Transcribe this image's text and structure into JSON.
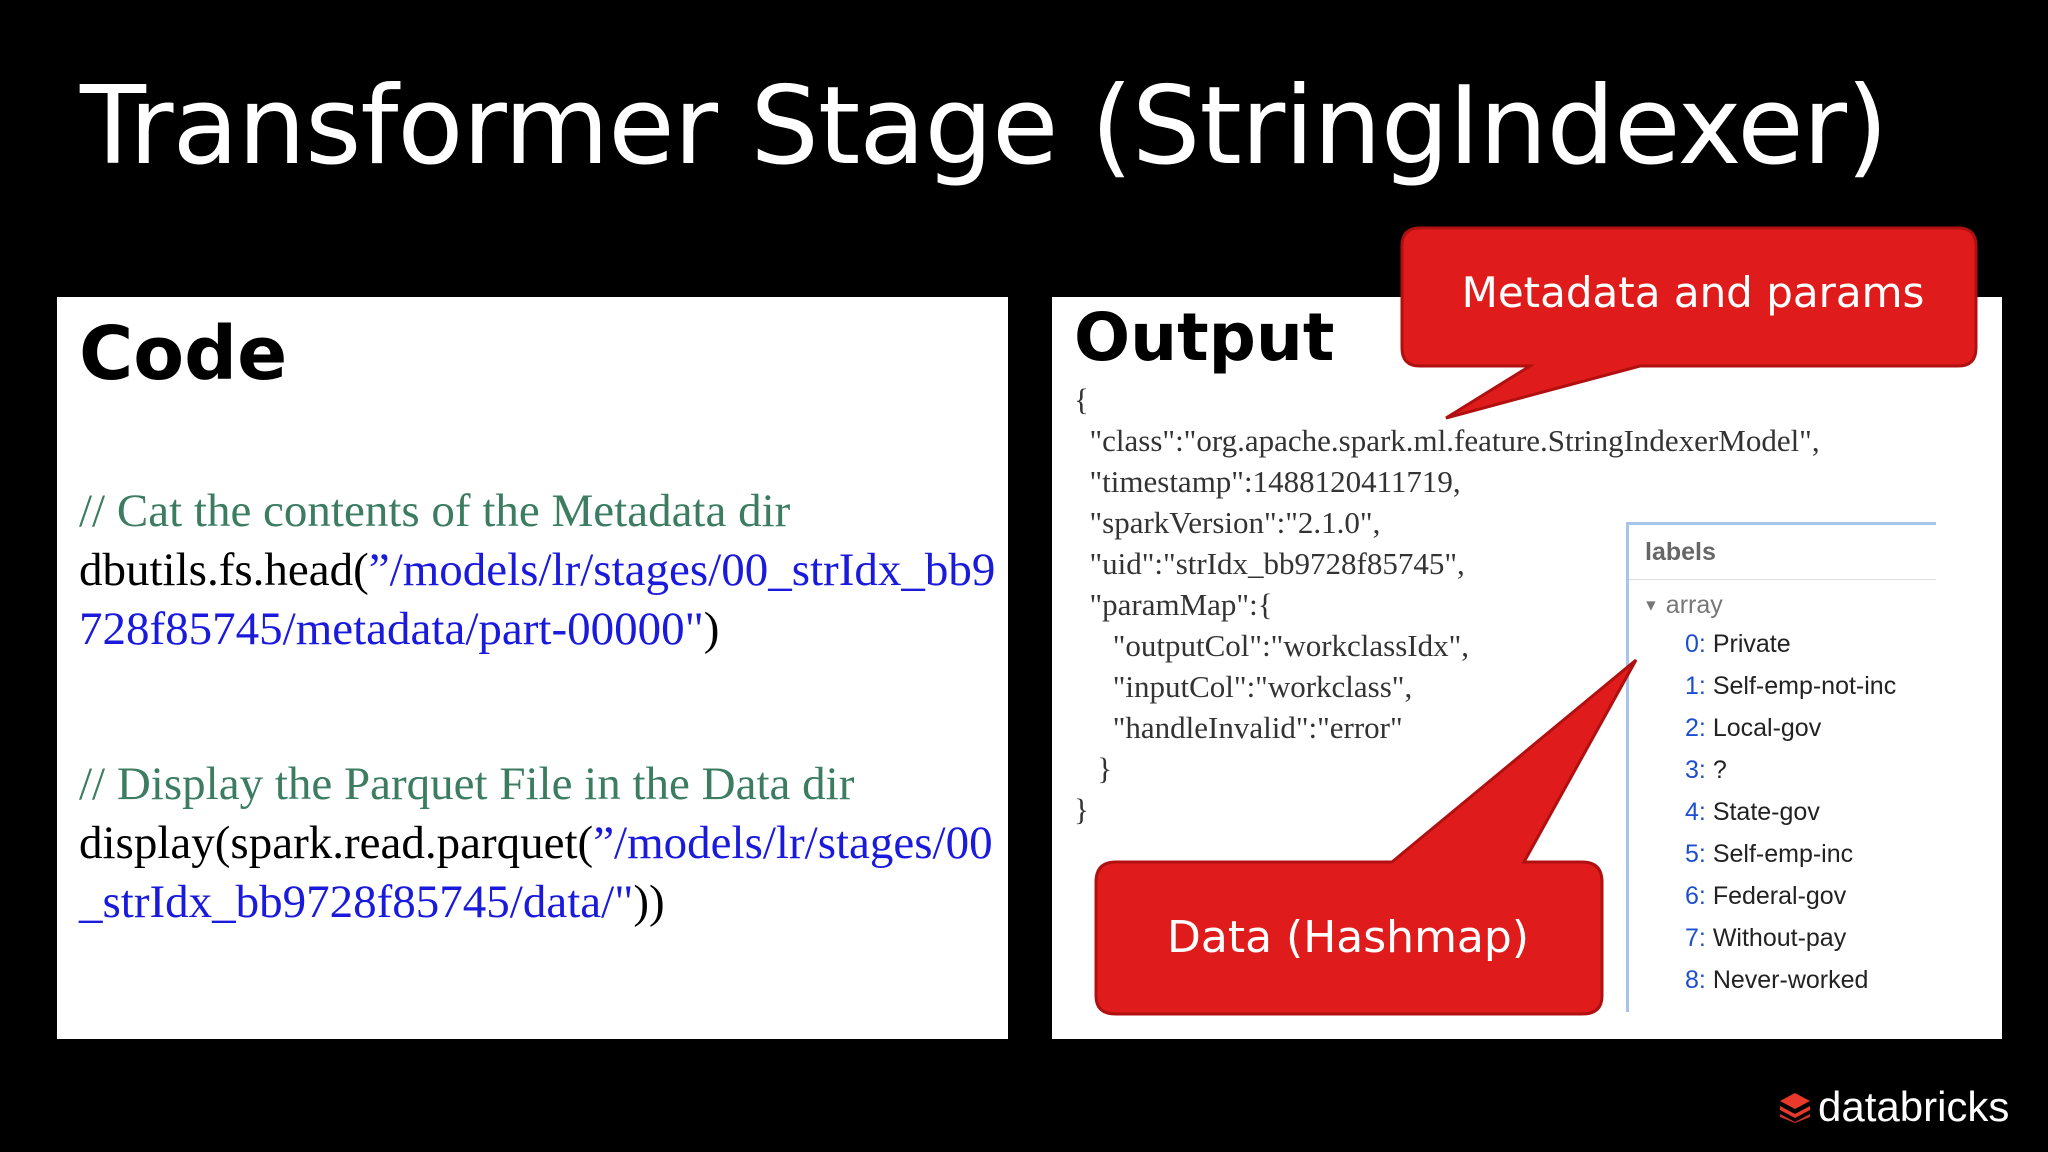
{
  "slide": {
    "title": "Transformer Stage (StringIndexer)"
  },
  "code_panel": {
    "heading": "Code",
    "block1": {
      "comment": "// Cat the contents of the Metadata dir",
      "command": "dbutils.fs.head(",
      "path": "”/models/lr/stages/00_strIdx_bb9728f85745/metadata/part-00000\"",
      "closing": ")"
    },
    "block2": {
      "comment": "// Display the Parquet File in the Data dir",
      "command": "display(spark.read.parquet(",
      "path": "”/models/lr/stages/00_strIdx_bb9728f85745/data/\"",
      "closing": "))"
    }
  },
  "output_panel": {
    "heading": "Output",
    "json_text": "{\n  \"class\":\"org.apache.spark.ml.feature.StringIndexerModel\",\n  \"timestamp\":1488120411719,\n  \"sparkVersion\":\"2.1.0\",\n  \"uid\":\"strIdx_bb9728f85745\",\n  \"paramMap\":{\n     \"outputCol\":\"workclassIdx\",\n     \"inputCol\":\"workclass\",\n     \"handleInvalid\":\"error\"\n   }\n}"
  },
  "labels_table": {
    "header": "labels",
    "array_label": "array",
    "items": [
      {
        "index": "0:",
        "value": "Private"
      },
      {
        "index": "1:",
        "value": "Self-emp-not-inc"
      },
      {
        "index": "2:",
        "value": "Local-gov"
      },
      {
        "index": "3:",
        "value": "?"
      },
      {
        "index": "4:",
        "value": "State-gov"
      },
      {
        "index": "5:",
        "value": "Self-emp-inc"
      },
      {
        "index": "6:",
        "value": "Federal-gov"
      },
      {
        "index": "7:",
        "value": "Without-pay"
      },
      {
        "index": "8:",
        "value": "Never-worked"
      }
    ]
  },
  "callouts": {
    "metadata": "Metadata and params",
    "data": "Data (Hashmap)"
  },
  "brand": {
    "name": "databricks",
    "accent_color": "#e8392b",
    "callout_color": "#e01b1b"
  }
}
